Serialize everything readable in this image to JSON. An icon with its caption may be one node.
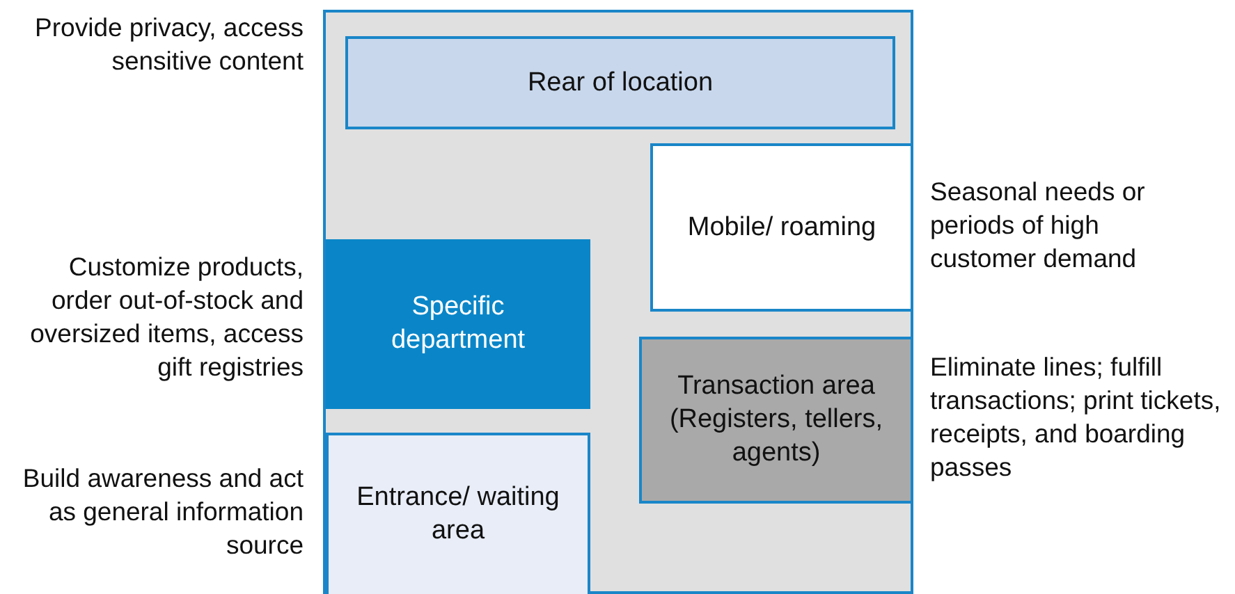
{
  "diagram": {
    "nodes": [
      {
        "text": [],
        "shape": "box"
      },
      {
        "text": [
          "Rear of location"
        ],
        "in": 0,
        "beside": [
          "Provide privacy, access sensitive content"
        ]
      },
      {
        "text": [
          "Mobile/ roaming"
        ],
        "in": 0,
        "beside": [
          "Seasonal needs or periods of high customer demand"
        ]
      },
      {
        "text": [
          "Specific department"
        ],
        "in": 0,
        "beside": [
          "Customize products, order out-of-stock and oversized items, access gift registries"
        ]
      },
      {
        "text": [
          "Transaction area (Registers, tellers, agents)"
        ],
        "in": 0,
        "beside": [
          "Eliminate lines; fulfill transactions; print tickets, receipts, and boarding passes"
        ]
      },
      {
        "text": [
          "Entrance/ waiting area"
        ],
        "in": 0,
        "beside": [
          "Build awareness and act as general information source"
        ]
      }
    ]
  }
}
